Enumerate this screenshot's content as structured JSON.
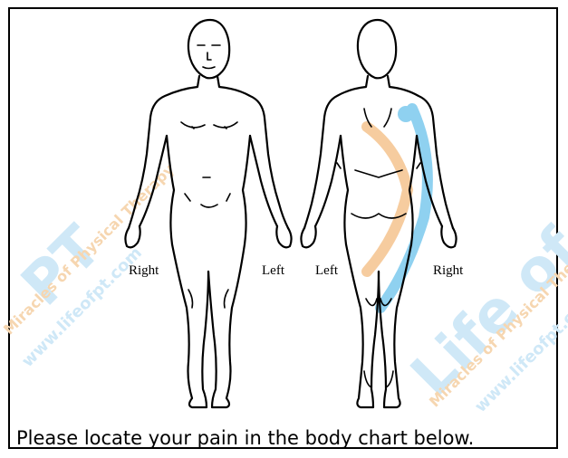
{
  "front_view": {
    "right_label": "Right",
    "left_label": "Left"
  },
  "back_view": {
    "left_label": "Left",
    "right_label": "Right"
  },
  "caption": "Please locate your pain in the body chart below.",
  "watermark": {
    "brand": "Life of PT",
    "brand_short": "PT",
    "tagline": "Miracles of Physical Therapy",
    "url": "www.lifeofpt.com",
    "colors": {
      "blue": "#5ec3ea",
      "orange": "#f1b676"
    }
  }
}
